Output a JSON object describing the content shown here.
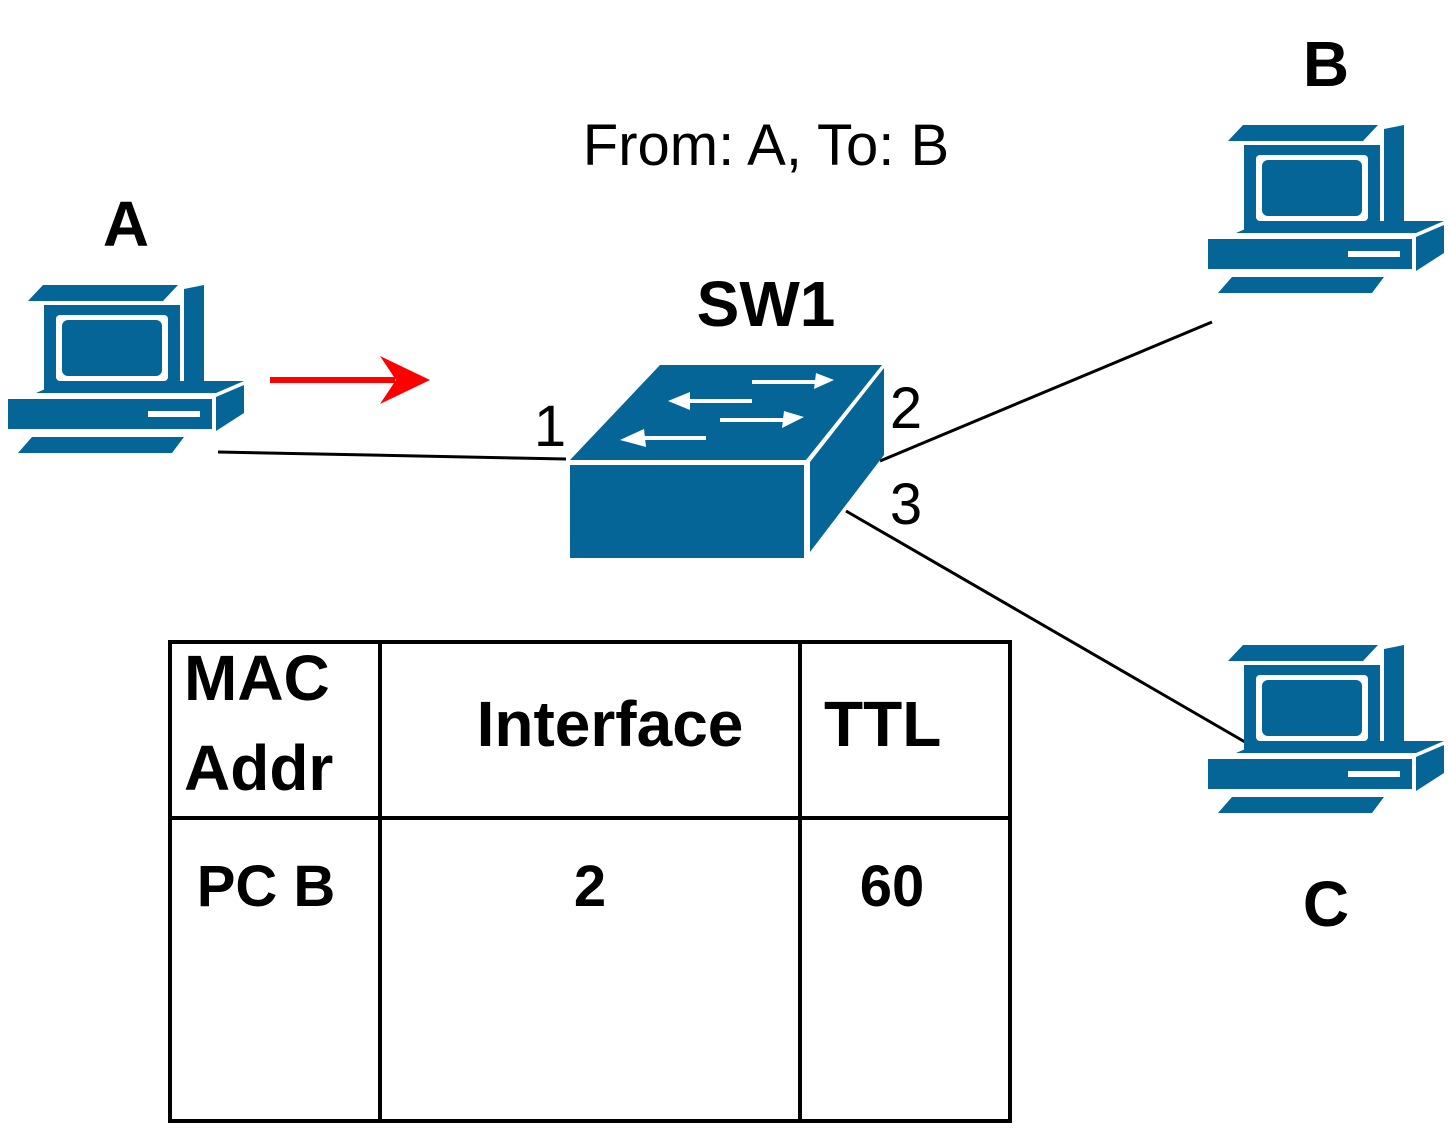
{
  "frame_label": "From: A, To: B",
  "switch": {
    "name": "SW1"
  },
  "hosts": {
    "a": {
      "label": "A"
    },
    "b": {
      "label": "B"
    },
    "c": {
      "label": "C"
    }
  },
  "ports": {
    "p1": "1",
    "p2": "2",
    "p3": "3"
  },
  "colors": {
    "device_blue": "#046596",
    "arrow_red": "#ff0000",
    "line_black": "#000000"
  },
  "mac_table": {
    "headers": {
      "mac_line1": "MAC",
      "mac_line2": "Addr",
      "interface": "Interface",
      "ttl": "TTL"
    },
    "rows": [
      {
        "mac": "PC B",
        "interface": "2",
        "ttl": "60"
      }
    ]
  }
}
